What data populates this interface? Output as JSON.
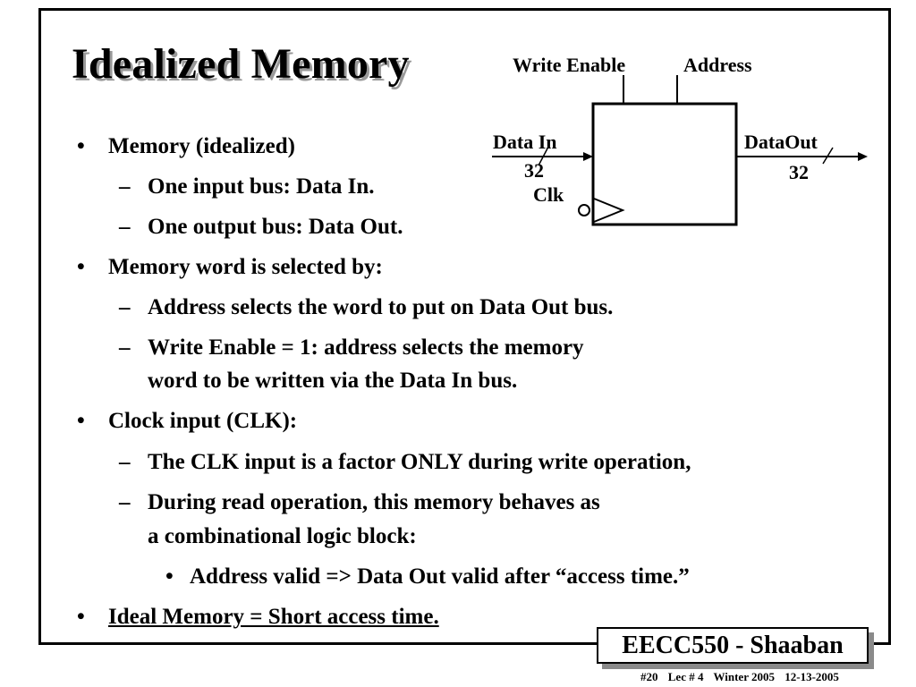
{
  "slide": {
    "title": "Idealized Memory",
    "diagram": {
      "write_enable": "Write Enable",
      "address": "Address",
      "data_in": "Data In",
      "data_out": "DataOut",
      "width_in": "32",
      "width_out": "32",
      "clk": "Clk"
    },
    "bullets": [
      {
        "marker": "•",
        "text": "Memory (idealized)"
      },
      {
        "marker": "–",
        "text": "One input bus:  Data In."
      },
      {
        "marker": "–",
        "text": "One output bus:  Data Out."
      },
      {
        "marker": "•",
        "text": "Memory word is selected by:"
      },
      {
        "marker": "–",
        "text": "Address selects the word to put on Data Out bus."
      },
      {
        "marker": "–",
        "text": "Write Enable = 1:  address selects the memory",
        "cont": "word to be written via the  Data In bus."
      },
      {
        "marker": "•",
        "text": "Clock input (CLK):"
      },
      {
        "marker": "–",
        "text": "The CLK input is a factor ONLY during write operation,"
      },
      {
        "marker": "–",
        "text": "During read operation, this memory behaves  as",
        "cont": "a combinational logic block:"
      },
      {
        "marker": "•",
        "text": "Address valid  =>  Data Out valid after “access time.”"
      },
      {
        "marker": "•",
        "text": "Ideal Memory = Short access time."
      }
    ],
    "badge": "EECC550 - Shaaban",
    "footer": {
      "slide_num": "#20",
      "lecture": "Lec # 4",
      "term": "Winter 2005",
      "date": "12-13-2005"
    }
  }
}
